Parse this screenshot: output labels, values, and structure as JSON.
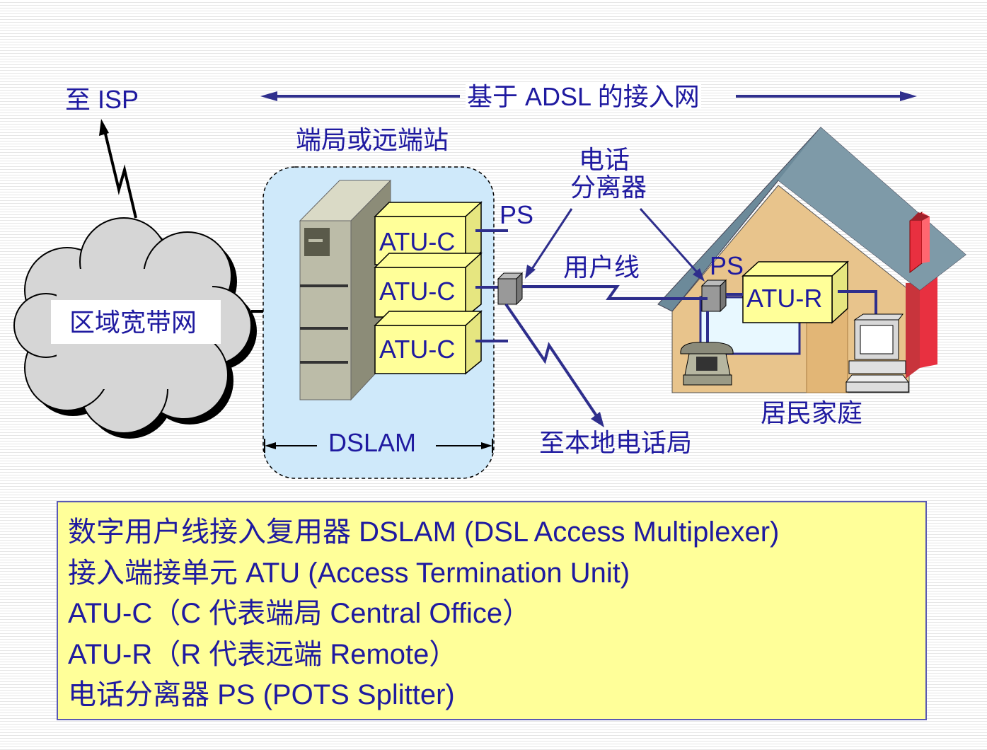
{
  "labels": {
    "to_isp": "至 ISP",
    "adsl_access_network": "基于 ADSL 的接入网",
    "end_office": "端局或远端站",
    "splitter_line1": "电话",
    "splitter_line2": "分离器",
    "ps_left": "PS",
    "ps_right": "PS",
    "user_line": "用户线",
    "regional_network": "区域宽带网",
    "atu_c_1": "ATU-C",
    "atu_c_2": "ATU-C",
    "atu_c_3": "ATU-C",
    "atu_r": "ATU-R",
    "dslam": "DSLAM",
    "to_local_office": "至本地电话局",
    "home": "居民家庭"
  },
  "legend": [
    "数字用户线接入复用器 DSLAM (DSL Access Multiplexer)",
    "接入端接单元 ATU (Access Termination Unit)",
    "ATU-C（C 代表端局 Central Office）",
    "ATU-R（R 代表远端 Remote）",
    "电话分离器 PS (POTS Splitter)"
  ],
  "colors": {
    "text": "#1f1aa0",
    "line": "#2e2e8c",
    "atu_fill": "#ffff99",
    "dslam_region": "#cfe9fa",
    "house_wall": "#e8c48c",
    "roof": "#6c8a9a",
    "chimney": "#e83040"
  }
}
